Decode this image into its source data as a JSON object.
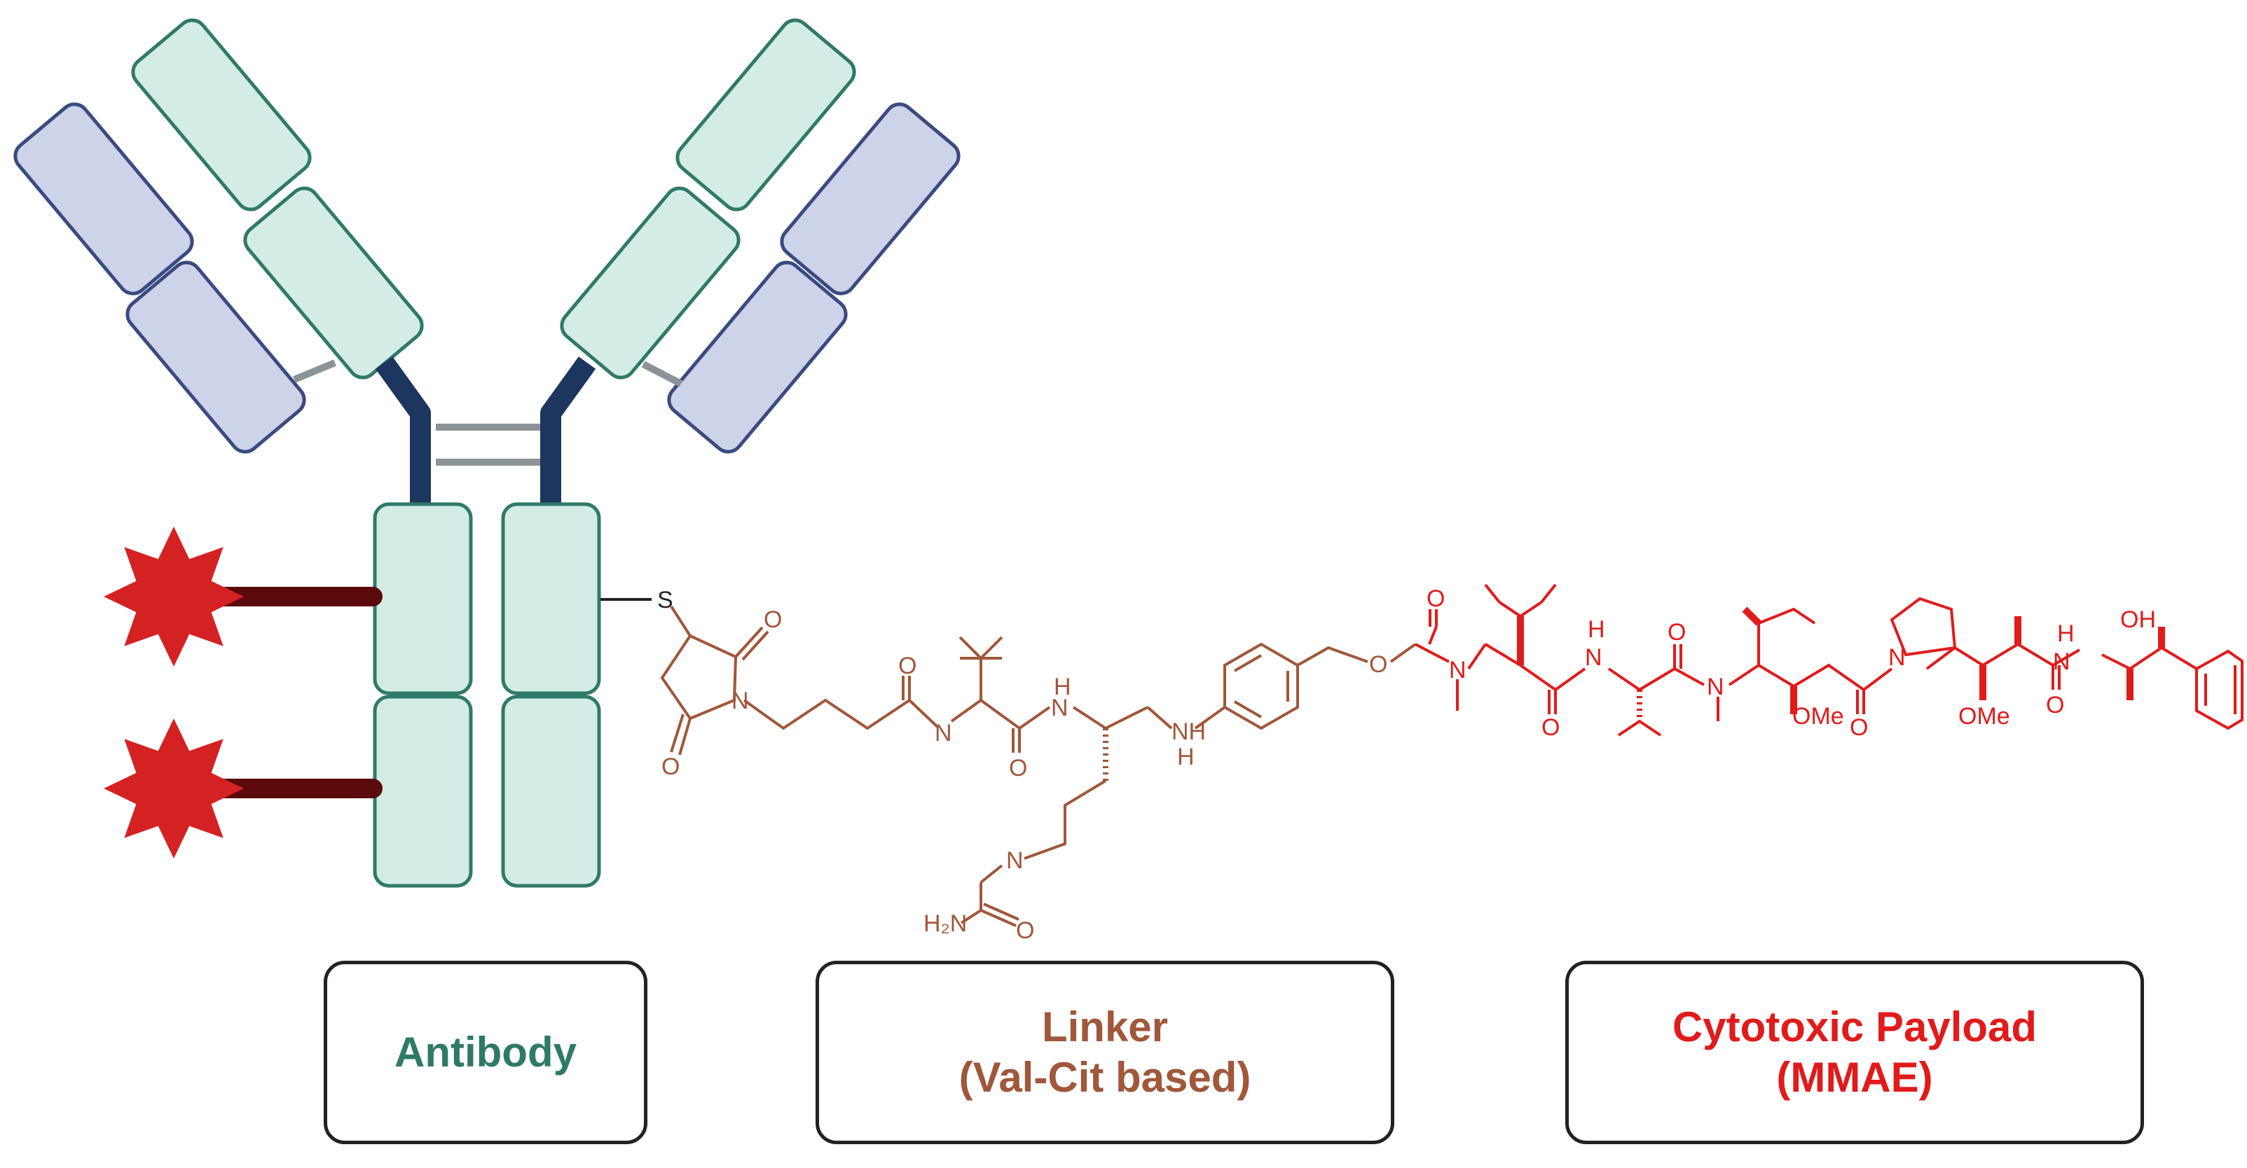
{
  "colors": {
    "heavy_fill": "#d3ece6",
    "heavy_stroke": "#2f7a66",
    "light_fill": "#cdd3e8",
    "light_stroke": "#3a4a82",
    "hinge": "#1c365f",
    "disulfide": "#8c9396",
    "drug_star": "#d42222",
    "drug_bar": "#5a0a0a",
    "linker": "#a0573a",
    "payload": "#e11b1b",
    "box_border": "#222222"
  },
  "structure": {
    "thiol_atom": "S",
    "maleimide": {
      "carbonyl_top": "O",
      "nitrogen": "N",
      "carbonyl_bottom": "O"
    },
    "linker_atoms": {
      "hexanoyl_O": "O",
      "val_N": "N",
      "val_O": "O",
      "cit_NH": "N\nH",
      "cit_N": "N",
      "urea_NH2": "H₂N",
      "urea_O": "O",
      "pab_NH": "N\nH",
      "carbamate_O": "O"
    },
    "payload_atoms": {
      "carbamate_O": "O",
      "mval_N": "N",
      "val_NH": "H\nN",
      "val_O": "O",
      "dil_N": "N",
      "dil_OMe": "OMe",
      "dil_O": "O",
      "dap_N": "N",
      "dap_OMe": "OMe",
      "dap_O": "O",
      "nor_NH": "H\nN",
      "nor_OH": "OH"
    }
  },
  "labels": {
    "antibody": [
      "Antibody"
    ],
    "linker": [
      "Linker",
      "(Val-Cit based)"
    ],
    "payload": [
      "Cytotoxic Payload",
      "(MMAE)"
    ]
  }
}
